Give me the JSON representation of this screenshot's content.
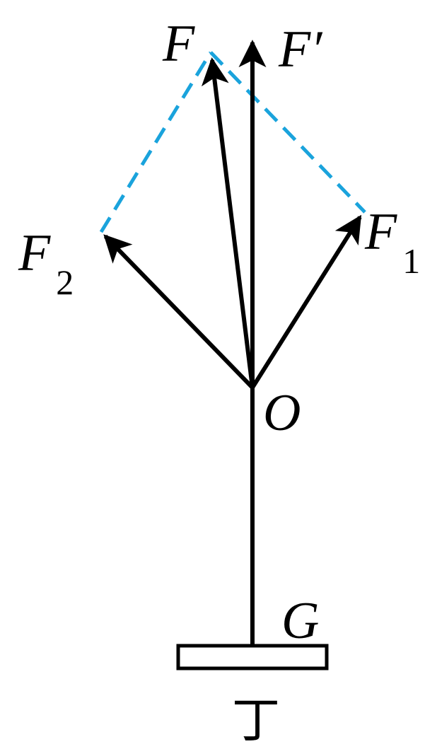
{
  "diagram": {
    "type": "force-parallelogram",
    "colors": {
      "arrows": "#000000",
      "construction_lines": "#1aa3dc"
    },
    "labels": {
      "F": "F",
      "F_prime": "F′",
      "F1": "F",
      "F1_sub": "1",
      "F2": "F",
      "F2_sub": "2",
      "O": "O",
      "G": "G",
      "ding": "丁"
    }
  }
}
